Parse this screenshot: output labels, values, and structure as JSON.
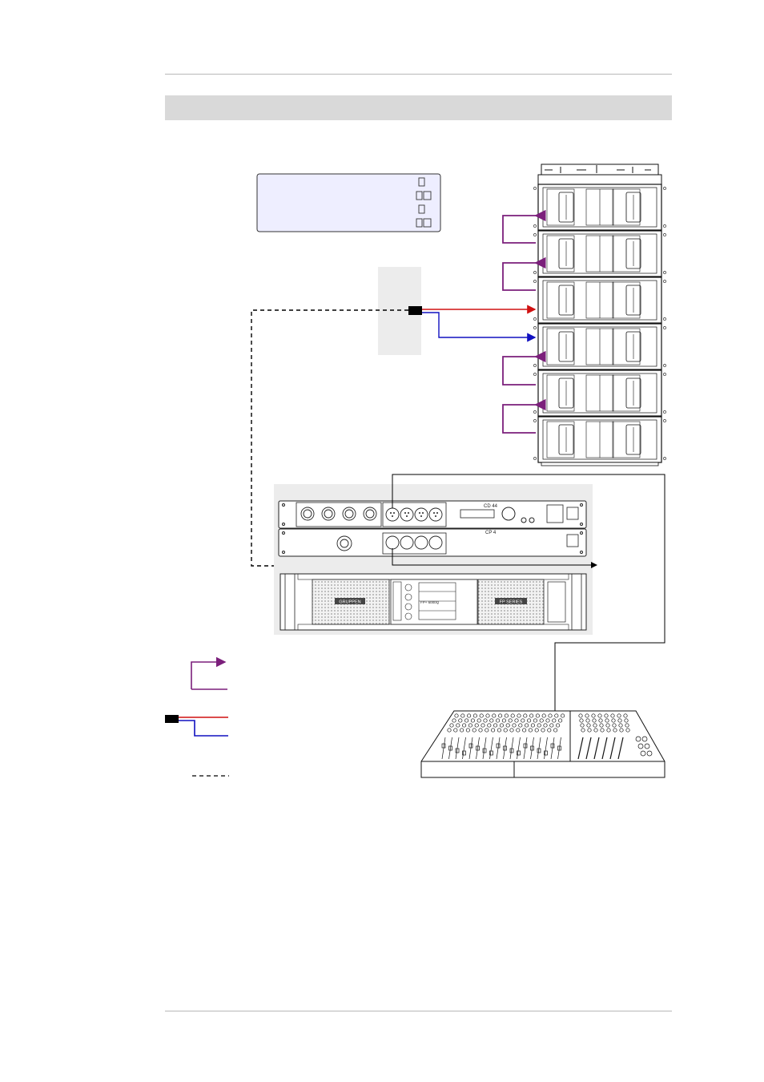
{
  "processor": {
    "model": "CD 44"
  },
  "controller": {
    "model": "CP 4"
  },
  "amplifier": {
    "brand": "GRUPPEN",
    "series": "FP SERIES",
    "model_panel": "FP+ 6000Q"
  },
  "colors": {
    "link_cable": "#7b1f7b",
    "speaker_cable_pos": "#d01010",
    "speaker_cable_neg": "#1010c0",
    "signal_cable": "#000000",
    "display_fill": "#eeeeff",
    "panel_fill": "#ececec"
  }
}
